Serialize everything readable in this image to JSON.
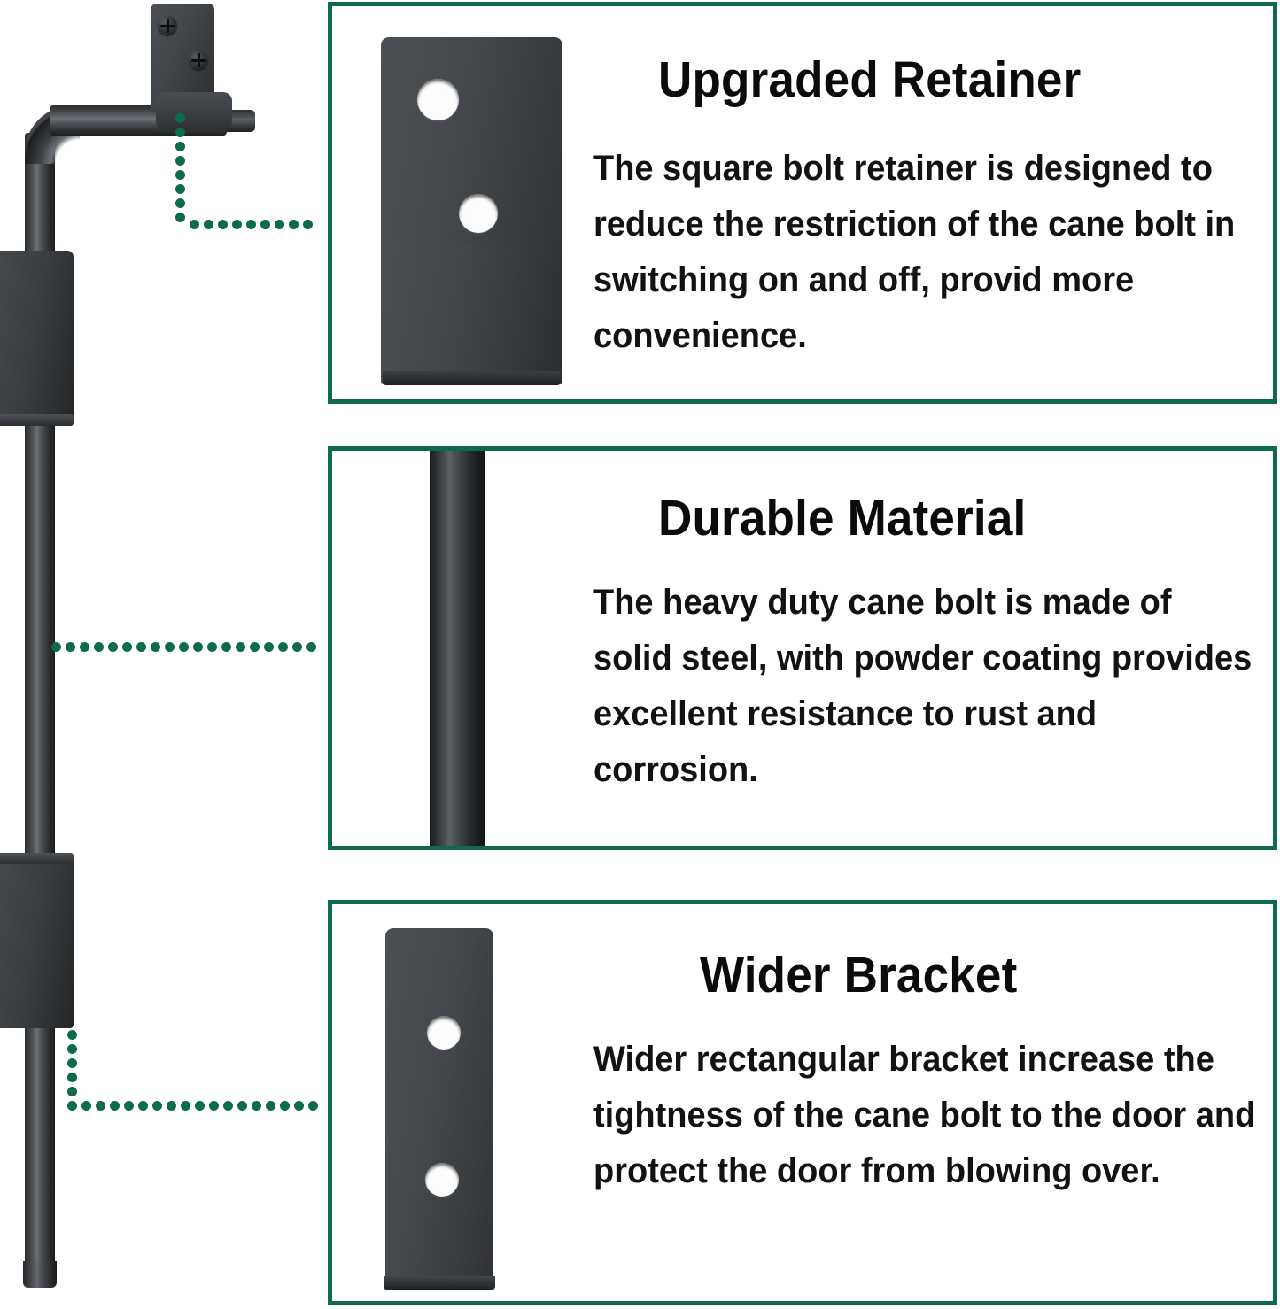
{
  "colors": {
    "panel_border": "#0d6b4a",
    "dot_green": "#0c6b4a",
    "metal_dark": "#2e3133",
    "metal_light": "#5c6165",
    "text": "#121212",
    "background": "#ffffff"
  },
  "product": {
    "name": "cane-bolt",
    "parts": [
      {
        "name": "retainer-plate",
        "label": "square bolt retainer"
      },
      {
        "name": "bolt-shaft",
        "label": "heavy duty cane bolt rod"
      },
      {
        "name": "mounting-bracket",
        "label": "wider rectangular bracket"
      },
      {
        "name": "phillips-screw",
        "label": "phillips screw"
      }
    ]
  },
  "panels": [
    {
      "id": "upgraded-retainer",
      "title": "Upgraded Retainer",
      "body": "The square bolt retainer is designed to reduce the restriction of the cane bolt in switching on and off, provid more convenience.",
      "art": "retainer-plate-with-two-holes"
    },
    {
      "id": "durable-material",
      "title": "Durable Material",
      "body": "The heavy duty cane bolt is made of solid steel, with powder coating provides excellent resistance to rust and corrosion.",
      "art": "steel-rod-closeup"
    },
    {
      "id": "wider-bracket",
      "title": "Wider Bracket",
      "body": "Wider rectangular bracket increase the tightness of the cane bolt to the door and protect the door from blowing over.",
      "art": "rectangular-bracket-with-two-holes"
    }
  ],
  "connectors": [
    {
      "name": "connector-retainer",
      "from": "retainer-plate",
      "to": "upgraded-retainer"
    },
    {
      "name": "connector-shaft",
      "from": "bolt-shaft",
      "to": "durable-material"
    },
    {
      "name": "connector-bracket",
      "from": "mounting-bracket",
      "to": "wider-bracket"
    }
  ]
}
